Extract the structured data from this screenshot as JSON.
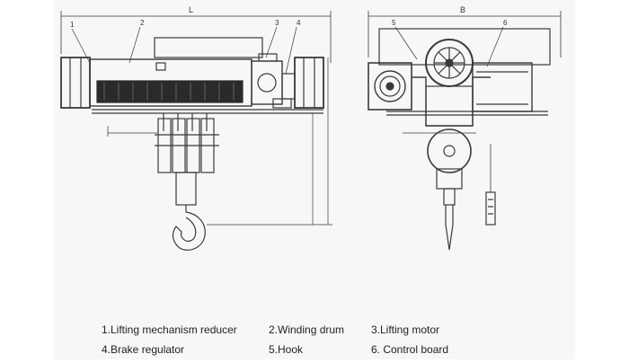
{
  "dimension_labels": {
    "left_view_width": "L",
    "right_view_width": "B"
  },
  "callouts": {
    "left_view": [
      "1",
      "2",
      "3",
      "4"
    ],
    "right_view": [
      "5",
      "6"
    ]
  },
  "legend": [
    [
      "1.Lifting mechanism reducer",
      "2.Winding drum",
      "3.Lifting motor"
    ],
    [
      "4.Brake regulator",
      "5.Hook",
      "6. Control board"
    ]
  ],
  "colors": {
    "line": "#3a3a3a",
    "background": "#f7f7f7",
    "text": "#222222"
  }
}
